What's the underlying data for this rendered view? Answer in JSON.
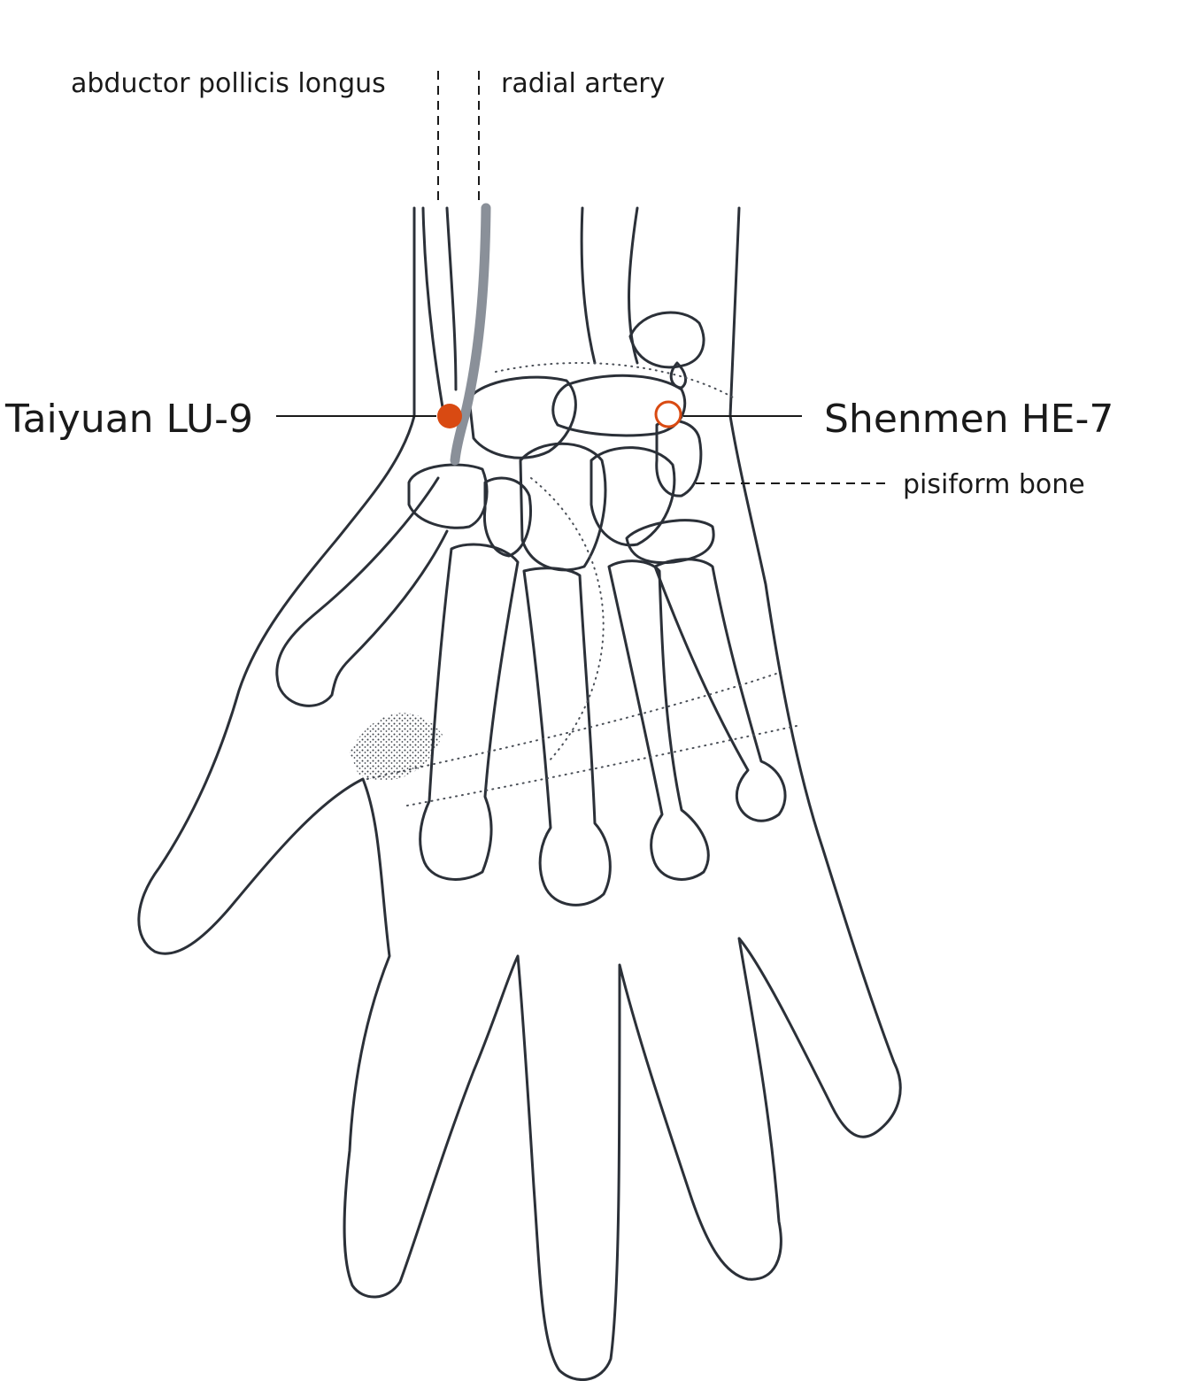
{
  "labels": {
    "abductor_pollicis_longus": "abductor pollicis longus",
    "radial_artery": "radial artery",
    "taiyuan": "Taiyuan LU-9",
    "shenmen": "Shenmen HE-7",
    "pisiform_bone": "pisiform bone"
  },
  "colors": {
    "point_accent": "#d94a12",
    "artery": "#8a9099",
    "outline": "#2b3038"
  },
  "points": {
    "taiyuan_style": "filled",
    "shenmen_style": "hollow"
  }
}
